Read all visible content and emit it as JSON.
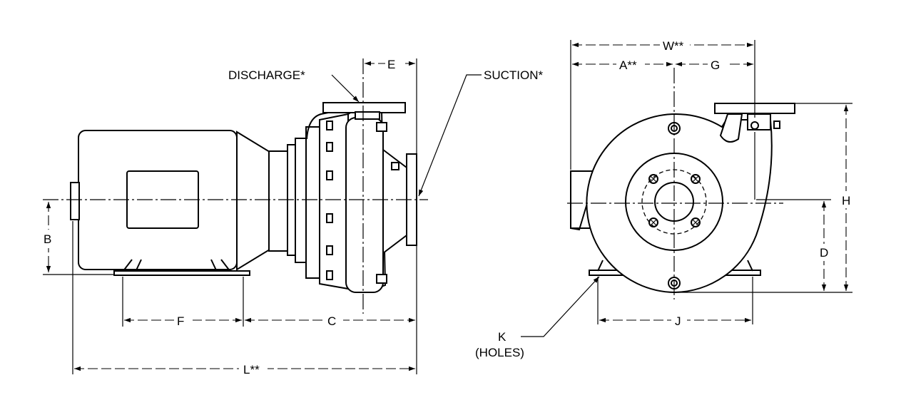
{
  "labels": {
    "discharge": "DISCHARGE*",
    "suction": "SUCTION*",
    "e": "E",
    "b": "B",
    "f": "F",
    "c": "C",
    "l": "L**",
    "w": "W**",
    "a": "A**",
    "g": "G",
    "h": "H",
    "d": "D",
    "j": "J",
    "k": "K",
    "holes": "(HOLES)"
  }
}
